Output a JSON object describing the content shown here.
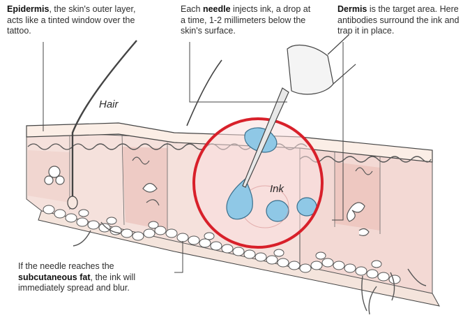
{
  "callouts": {
    "epidermis": {
      "bold": "Epidermis",
      "text": ", the skin's outer layer, acts like a tinted window over the tattoo."
    },
    "needle": {
      "pre": "Each ",
      "bold": "needle",
      "text": " injects ink, a drop at a time, 1-2 millimeters below the skin's surface."
    },
    "dermis": {
      "bold": "Dermis",
      "text": " is the target area. Here antibodies surround the ink and trap it in place."
    },
    "fat": {
      "pre": "If the needle reaches the ",
      "bold": "subcutaneous fat",
      "text": ", the ink will immediately spread and blur."
    }
  },
  "labels": {
    "hair": "Hair",
    "ink": "Ink"
  },
  "colors": {
    "ink": "#8fc8e6",
    "dermis": "#f3d9d4",
    "dermis_dark": "#e9bdb5",
    "epidermis": "#fbeee6",
    "highlight_ring": "#d8202a",
    "outline": "#444444",
    "fat_cells": "#ffffff"
  }
}
